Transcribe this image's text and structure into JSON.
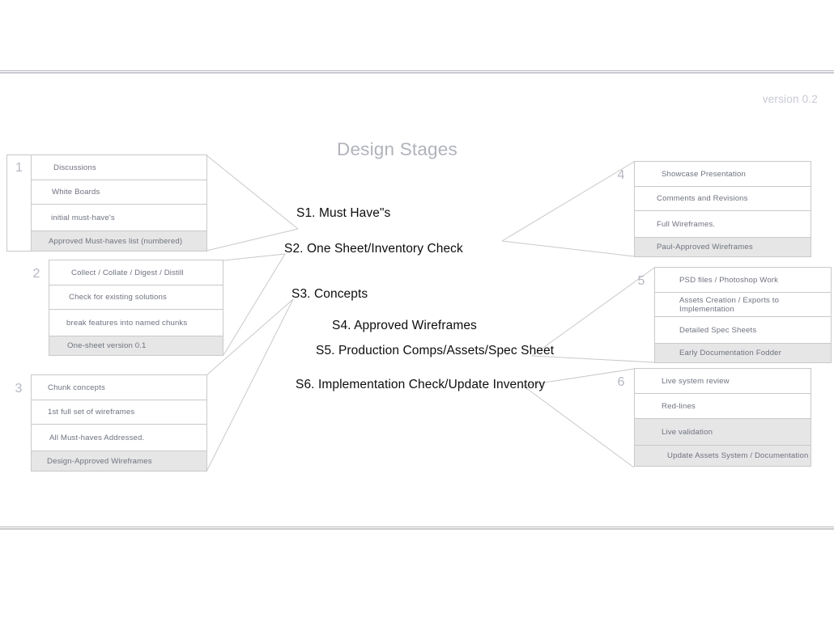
{
  "document": {
    "title": "Design Stages",
    "version": "version 0.2"
  },
  "stages": [
    {
      "number": "1",
      "rows": [
        {
          "text": "Discussions",
          "shaded": false
        },
        {
          "text": "White Boards",
          "shaded": false
        },
        {
          "text": "initial must-have's",
          "shaded": false
        },
        {
          "text": "Approved Must-haves list (numbered)",
          "shaded": true
        }
      ]
    },
    {
      "number": "2",
      "rows": [
        {
          "text": "Collect / Collate / Digest / Distill",
          "shaded": false
        },
        {
          "text": "Check for existing solutions",
          "shaded": false
        },
        {
          "text": "break features into named chunks",
          "shaded": false
        },
        {
          "text": "One-sheet version 0.1",
          "shaded": true
        }
      ]
    },
    {
      "number": "3",
      "rows": [
        {
          "text": "Chunk concepts",
          "shaded": false
        },
        {
          "text": "1st full set of wireframes",
          "shaded": false
        },
        {
          "text": "All Must-haves Addressed.",
          "shaded": false
        },
        {
          "text": "Design-Approved Wireframes",
          "shaded": true
        }
      ]
    },
    {
      "number": "4",
      "rows": [
        {
          "text": "Showcase Presentation",
          "shaded": false
        },
        {
          "text": "Comments and Revisions",
          "shaded": false
        },
        {
          "text": "Full Wireframes.",
          "shaded": false
        },
        {
          "text": "Paul-Approved Wireframes",
          "shaded": true
        }
      ]
    },
    {
      "number": "5",
      "rows": [
        {
          "text": "PSD files / Photoshop Work",
          "shaded": false
        },
        {
          "text": "Assets Creation / Exports to Implementation",
          "shaded": false
        },
        {
          "text": "Detailed Spec Sheets",
          "shaded": false
        },
        {
          "text": "Early Documentation Fodder",
          "shaded": true
        }
      ]
    },
    {
      "number": "6",
      "rows": [
        {
          "text": "Live system review",
          "shaded": false
        },
        {
          "text": "Red-lines",
          "shaded": false
        },
        {
          "text": "Live validation",
          "shaded": true
        },
        {
          "text": "Update Assets System / Documentation",
          "shaded": true
        }
      ]
    }
  ],
  "stage_labels": [
    {
      "text": "S1. Must Have\"s"
    },
    {
      "text": "S2. One Sheet/Inventory Check"
    },
    {
      "text": "S3. Concepts"
    },
    {
      "text": "S4. Approved Wireframes"
    },
    {
      "text": "S5. Production Comps/Assets/Spec Sheet"
    },
    {
      "text": "S6. Implementation Check/Update Inventory"
    }
  ],
  "colors": {
    "border": "#c9c9c9",
    "shaded_row": "#e6e6e6",
    "row_text": "#6f7380",
    "number_text": "#b5b7c2",
    "title_text": "#b1b3bb",
    "version_text": "#c7c8d6",
    "label_text": "#0d0d0d",
    "rule": "#c9cad3"
  }
}
